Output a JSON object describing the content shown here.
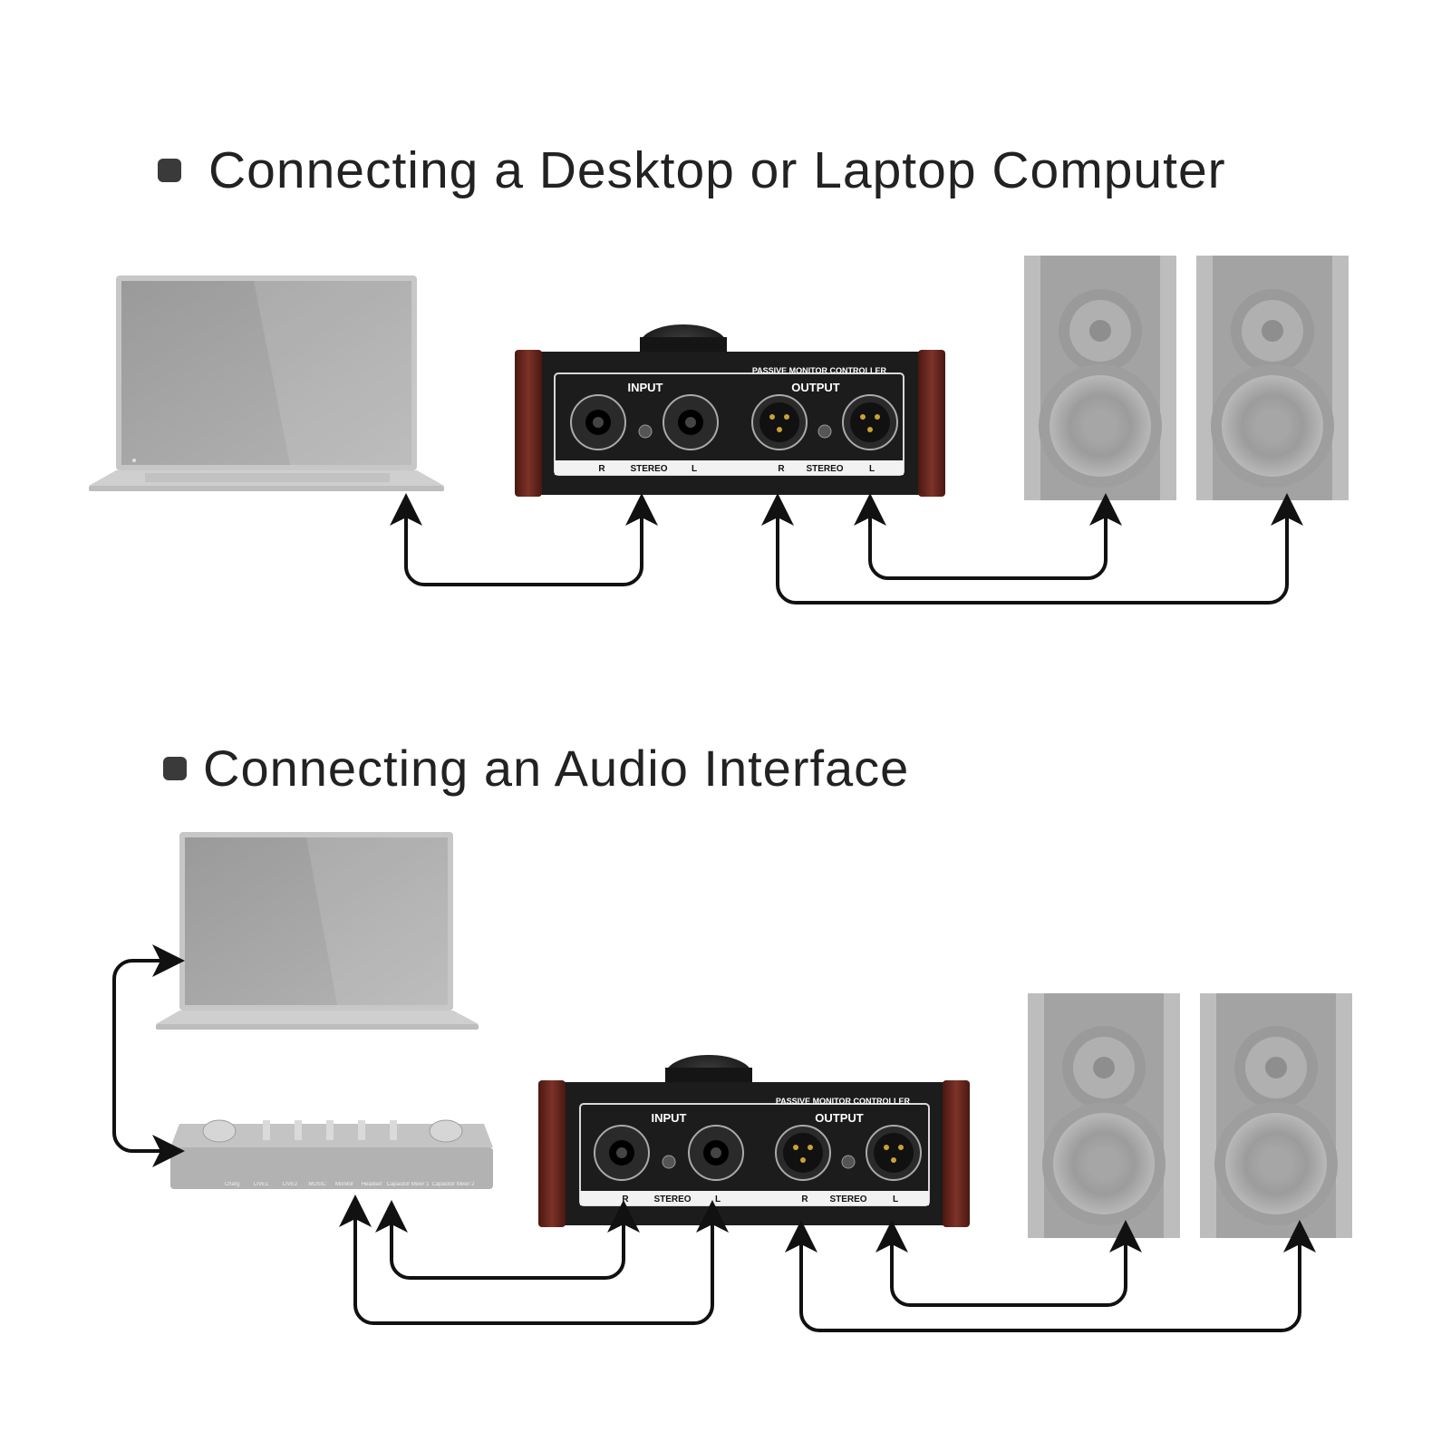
{
  "section1": {
    "title": "Connecting a Desktop or Laptop Computer"
  },
  "section2": {
    "title": "Connecting an Audio Interface"
  },
  "controller": {
    "brand_label": "PASSIVE MONITOR CONTROLLER",
    "input_label": "INPUT",
    "output_label": "OUTPUT",
    "port_labels": [
      "R",
      "STEREO",
      "L",
      "R",
      "STEREO",
      "L"
    ]
  },
  "audio_interface": {
    "port_labels": [
      "Charg",
      "LIVE1",
      "LIVE2",
      "MUSIC",
      "Monitor",
      "Headset",
      "Capacitor Mixer 1",
      "Capacitor Mixer 2"
    ]
  },
  "colors": {
    "text": "#222222",
    "device_body": "#1a1a1a",
    "wood": "#6b2a22",
    "gray_device": "#a9a9a9",
    "arrow": "#111111"
  }
}
